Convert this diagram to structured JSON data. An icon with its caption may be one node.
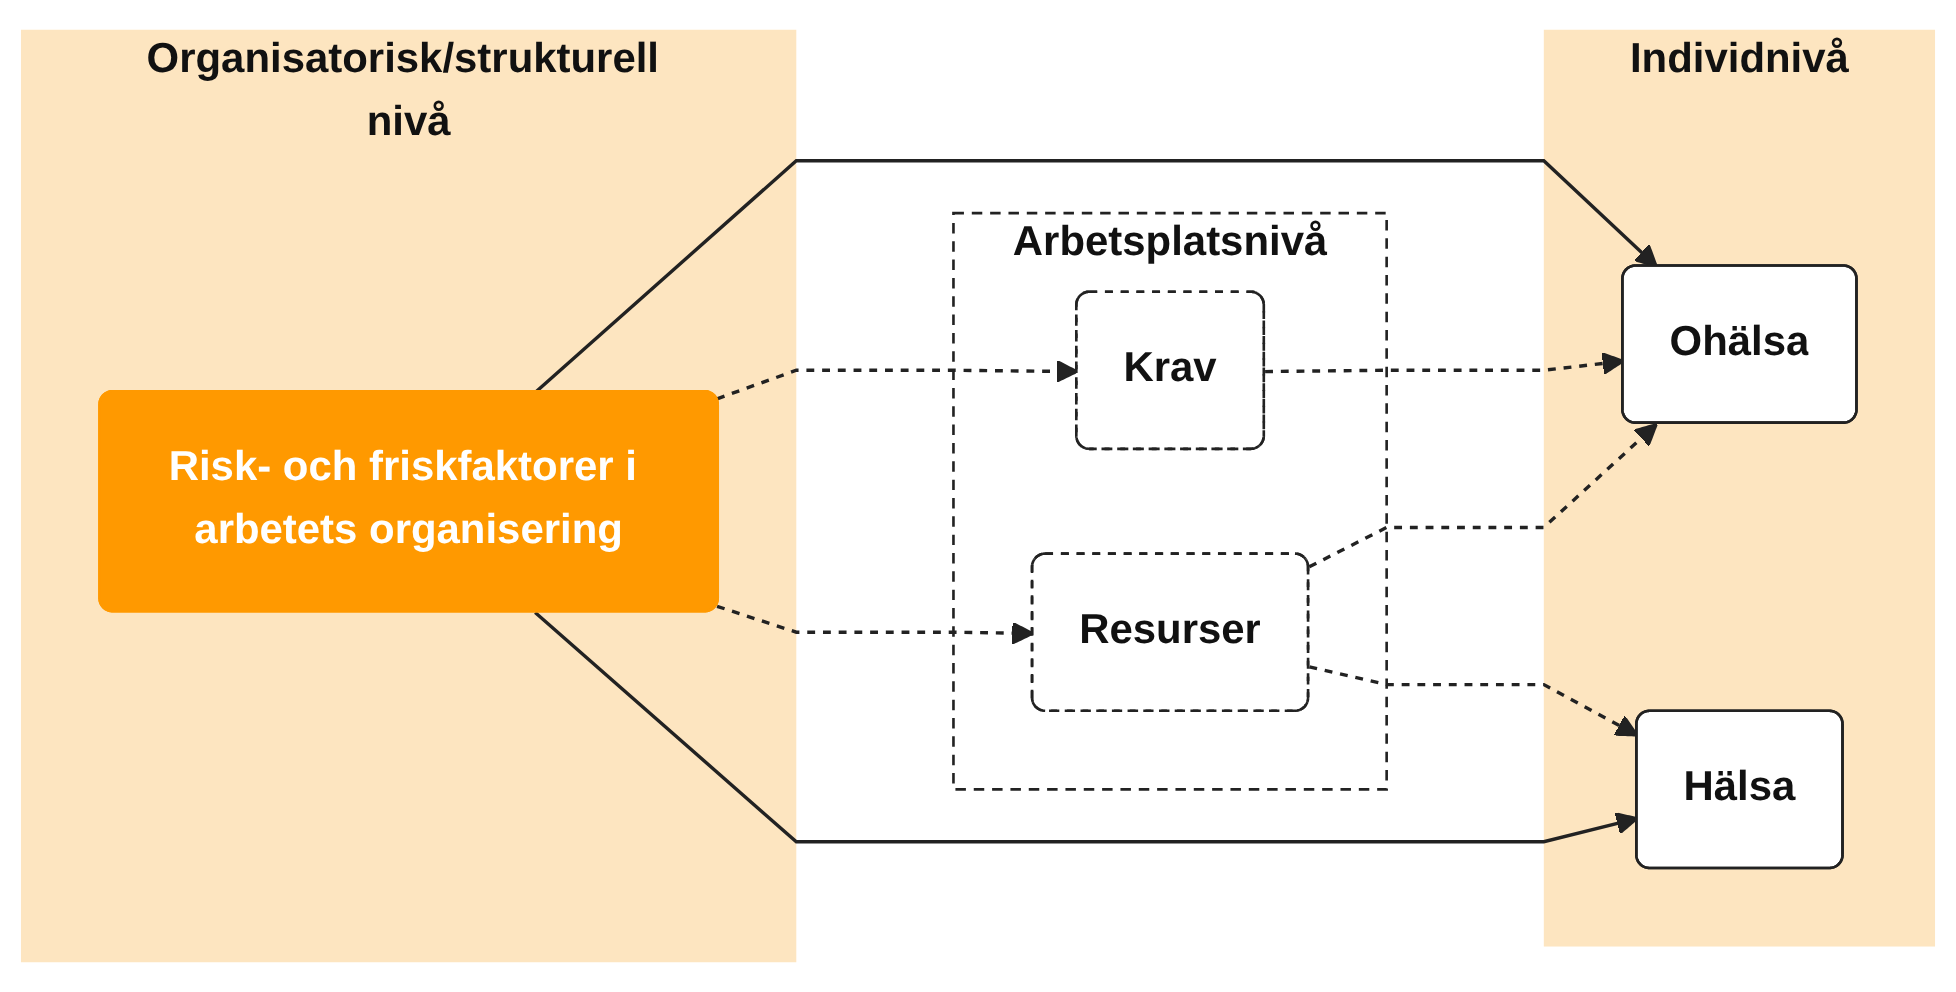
{
  "diagram": {
    "nodes": [
      {
        "text": [
          "Organisatorisk/strukturell nivå"
        ]
      },
      {
        "text": [
          "Risk- och friskfaktorer i arbetets organisering"
        ],
        "in": 0
      },
      {
        "text": [
          "Arbetsplatsnivå"
        ]
      },
      {
        "text": [
          "Krav"
        ],
        "in": 2
      },
      {
        "text": [
          "Resurser"
        ],
        "in": 2
      },
      {
        "text": [
          "Individnivå"
        ]
      },
      {
        "text": [
          "Ohälsa"
        ],
        "in": 5
      },
      {
        "text": [
          "Hälsa"
        ],
        "in": 5
      }
    ],
    "edges": [
      {
        "from": 1,
        "to": 6,
        "arrow": "to"
      },
      {
        "from": 1,
        "to": 3,
        "arrow": "to",
        "style": "dashed"
      },
      {
        "from": 3,
        "to": 6,
        "arrow": "to",
        "style": "dashed"
      },
      {
        "from": 1,
        "to": 4,
        "arrow": "to",
        "style": "dashed"
      },
      {
        "from": 4,
        "to": 6,
        "arrow": "to",
        "style": "dashed"
      },
      {
        "from": 4,
        "to": 7,
        "arrow": "to",
        "style": "dashed"
      },
      {
        "from": 1,
        "to": 7,
        "arrow": "to"
      }
    ]
  }
}
